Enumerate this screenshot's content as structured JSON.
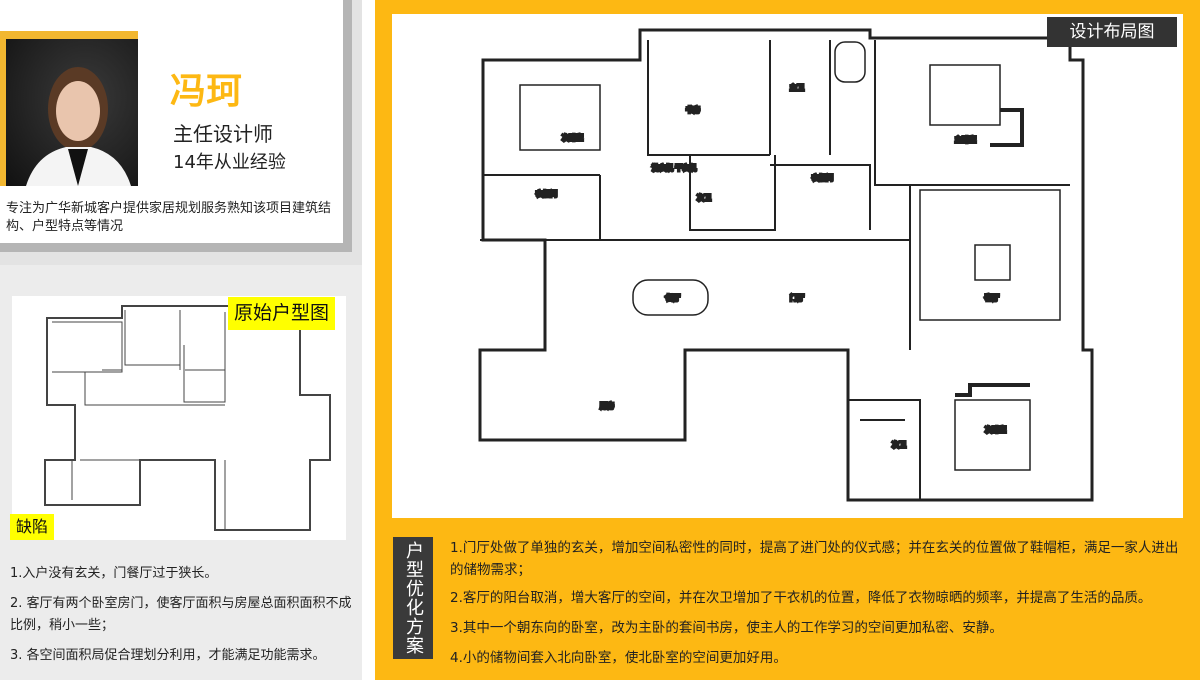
{
  "profile": {
    "name": "冯珂",
    "role": "主任设计师",
    "experience": "14年从业经验",
    "bio": "专注为广华新城客户提供家居规划服务熟知该项目建筑结构、户型特点等情况"
  },
  "original": {
    "label": "原始户型图",
    "defects_label": "缺陷",
    "defects": [
      "1.入户没有玄关，门餐厅过于狭长。",
      "2. 客厅有两个卧室房门，使客厅面积与房屋总面积面积不成比例，稍小一些；",
      "3. 各空间面积局促合理划分利用，才能满足功能需求。"
    ]
  },
  "design": {
    "label": "设计布局图",
    "rooms": {
      "bedroom2_north": "次卧室",
      "study": "书房",
      "master_bath": "主卫",
      "master_bedroom": "主卧室",
      "closet1": "衣帽间",
      "laundry": "洗衣机 干衣机",
      "bath2": "次卫",
      "closet2": "衣帽间",
      "dining": "餐厅",
      "foyer": "门厅",
      "living": "客厅",
      "kitchen": "厨房",
      "bath3": "次卫",
      "bedroom2_south": "次卧室"
    }
  },
  "optimization": {
    "label": "户型优化方案",
    "items": [
      "1.门厅处做了单独的玄关，增加空间私密性的同时，提高了进门处的仪式感；并在玄关的位置做了鞋帽柜，满足一家人进出的储物需求；",
      "2.客厅的阳台取消，增大客厅的空间，并在次卫增加了干衣机的位置，降低了衣物晾晒的频率，并提高了生活的品质。",
      "3.其中一个朝东向的卧室，改为主卧的套间书房，使主人的工作学习的空间更加私密、安静。",
      "4.小的储物间套入北向卧室，使北卧室的空间更加好用。"
    ]
  }
}
